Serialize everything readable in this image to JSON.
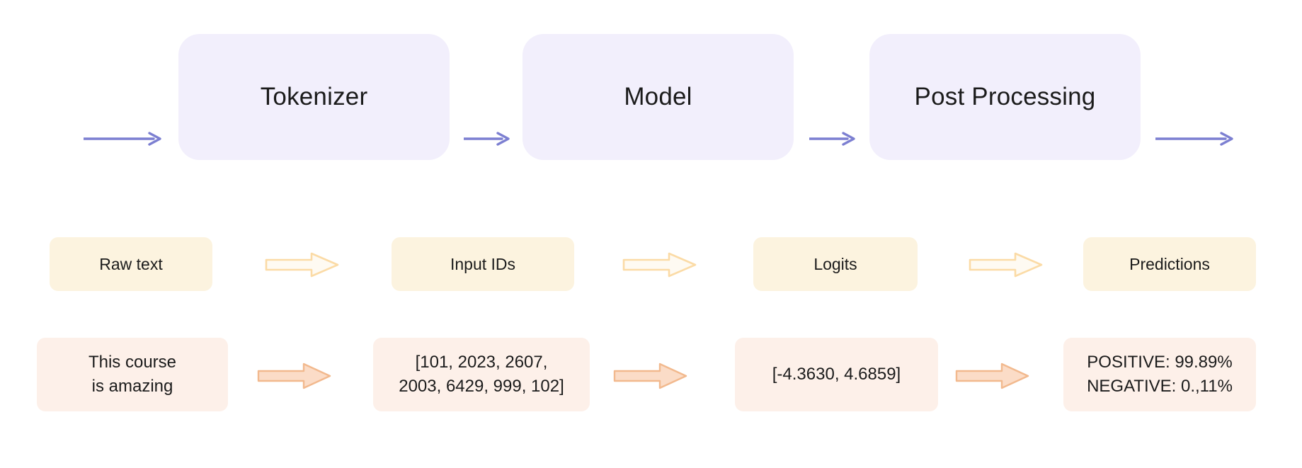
{
  "diagram": {
    "title": "NLP pipeline: Tokenizer to Model to Post Processing",
    "colors": {
      "stage_box_fill": "#f2effc",
      "stage_arrow": "#7c7fd1",
      "type_box_fill": "#fcf3df",
      "type_arrow_stroke": "#f9d9a6",
      "value_box_fill": "#fdf0e9",
      "value_arrow_fill": "#fbdcc7",
      "value_arrow_stroke": "#f2b98e",
      "text": "#1b1b1b",
      "background": "#ffffff"
    },
    "stages": [
      {
        "label": "Tokenizer"
      },
      {
        "label": "Model"
      },
      {
        "label": "Post Processing"
      }
    ],
    "stage_arrows": [
      {
        "name": "arrow-into-tokenizer"
      },
      {
        "name": "arrow-tokenizer-to-model"
      },
      {
        "name": "arrow-model-to-post-processing"
      },
      {
        "name": "arrow-out-of-post-processing"
      }
    ],
    "data_types": [
      {
        "label": "Raw text"
      },
      {
        "label": "Input IDs"
      },
      {
        "label": "Logits"
      },
      {
        "label": "Predictions"
      }
    ],
    "type_arrows": [
      {
        "name": "arrow-raw-text-to-input-ids"
      },
      {
        "name": "arrow-input-ids-to-logits"
      },
      {
        "name": "arrow-logits-to-predictions"
      }
    ],
    "examples": [
      {
        "lines": [
          "This course",
          "is amazing"
        ]
      },
      {
        "lines": [
          "[101, 2023, 2607,",
          "2003, 6429, 999, 102]"
        ]
      },
      {
        "lines": [
          "[-4.3630, 4.6859]"
        ]
      },
      {
        "lines": [
          "POSITIVE: 99.89%",
          "NEGATIVE: 0.,11%"
        ]
      }
    ],
    "example_arrows": [
      {
        "name": "arrow-example-text-to-ids"
      },
      {
        "name": "arrow-example-ids-to-logits"
      },
      {
        "name": "arrow-example-logits-to-predictions"
      }
    ]
  }
}
